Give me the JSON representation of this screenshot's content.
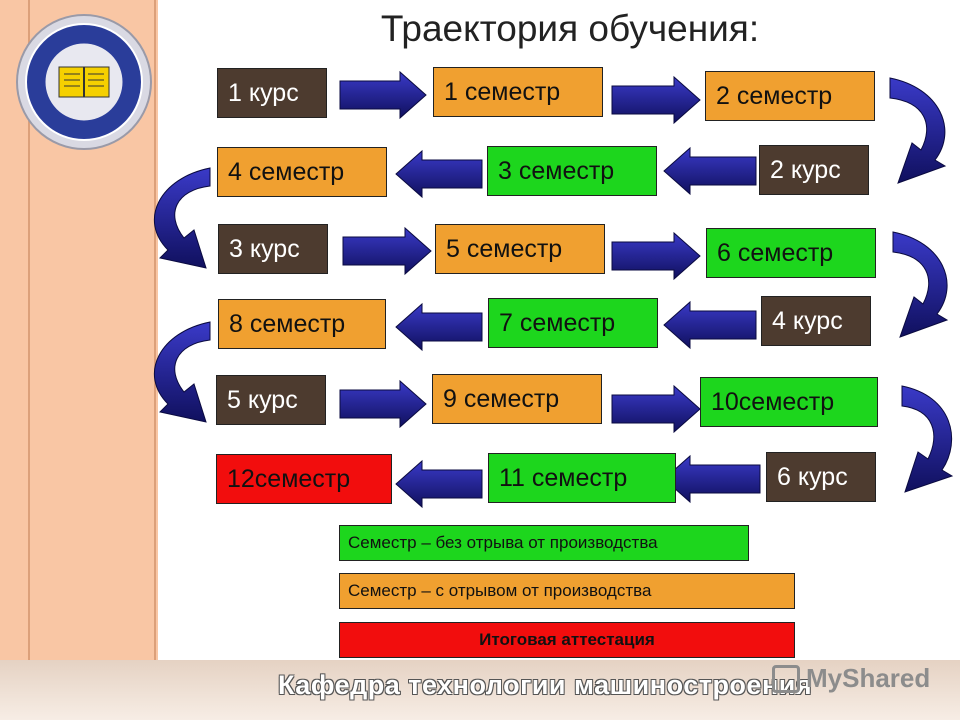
{
  "title": "Траектория обучения:",
  "boxes": [
    {
      "text": "1 курс",
      "color": "brown"
    },
    {
      "text": "1 семестр",
      "color": "orange"
    },
    {
      "text": "2 семестр",
      "color": "orange"
    },
    {
      "text": "2 курс",
      "color": "brown"
    },
    {
      "text": "3 семестр",
      "color": "green"
    },
    {
      "text": "4 семестр",
      "color": "orange"
    },
    {
      "text": "3 курс",
      "color": "brown"
    },
    {
      "text": "5 семестр",
      "color": "orange"
    },
    {
      "text": "6 семестр",
      "color": "green"
    },
    {
      "text": "4 курс",
      "color": "brown"
    },
    {
      "text": "7 семестр",
      "color": "green"
    },
    {
      "text": "8 семестр",
      "color": "orange"
    },
    {
      "text": "5 курс",
      "color": "brown"
    },
    {
      "text": "9 семестр",
      "color": "orange"
    },
    {
      "text": "10семестр",
      "color": "green"
    },
    {
      "text": "6 курс",
      "color": "brown"
    },
    {
      "text": "11 семестр",
      "color": "green"
    },
    {
      "text": "12семестр",
      "color": "red"
    }
  ],
  "legend": [
    {
      "text": "Семестр – без отрыва от производства",
      "color": "green"
    },
    {
      "text": "Семестр – с отрывом от производства",
      "color": "orange"
    },
    {
      "text": "Итоговая аттестация",
      "color": "red"
    }
  ],
  "footer": "Кафедра технологии машиностроения",
  "watermark": "MyShared",
  "colors": {
    "brown": "#4d3b2f",
    "orange": "#f0a030",
    "green": "#1dd61d",
    "red": "#f20d0d",
    "arrow": "#1c1c8c"
  }
}
